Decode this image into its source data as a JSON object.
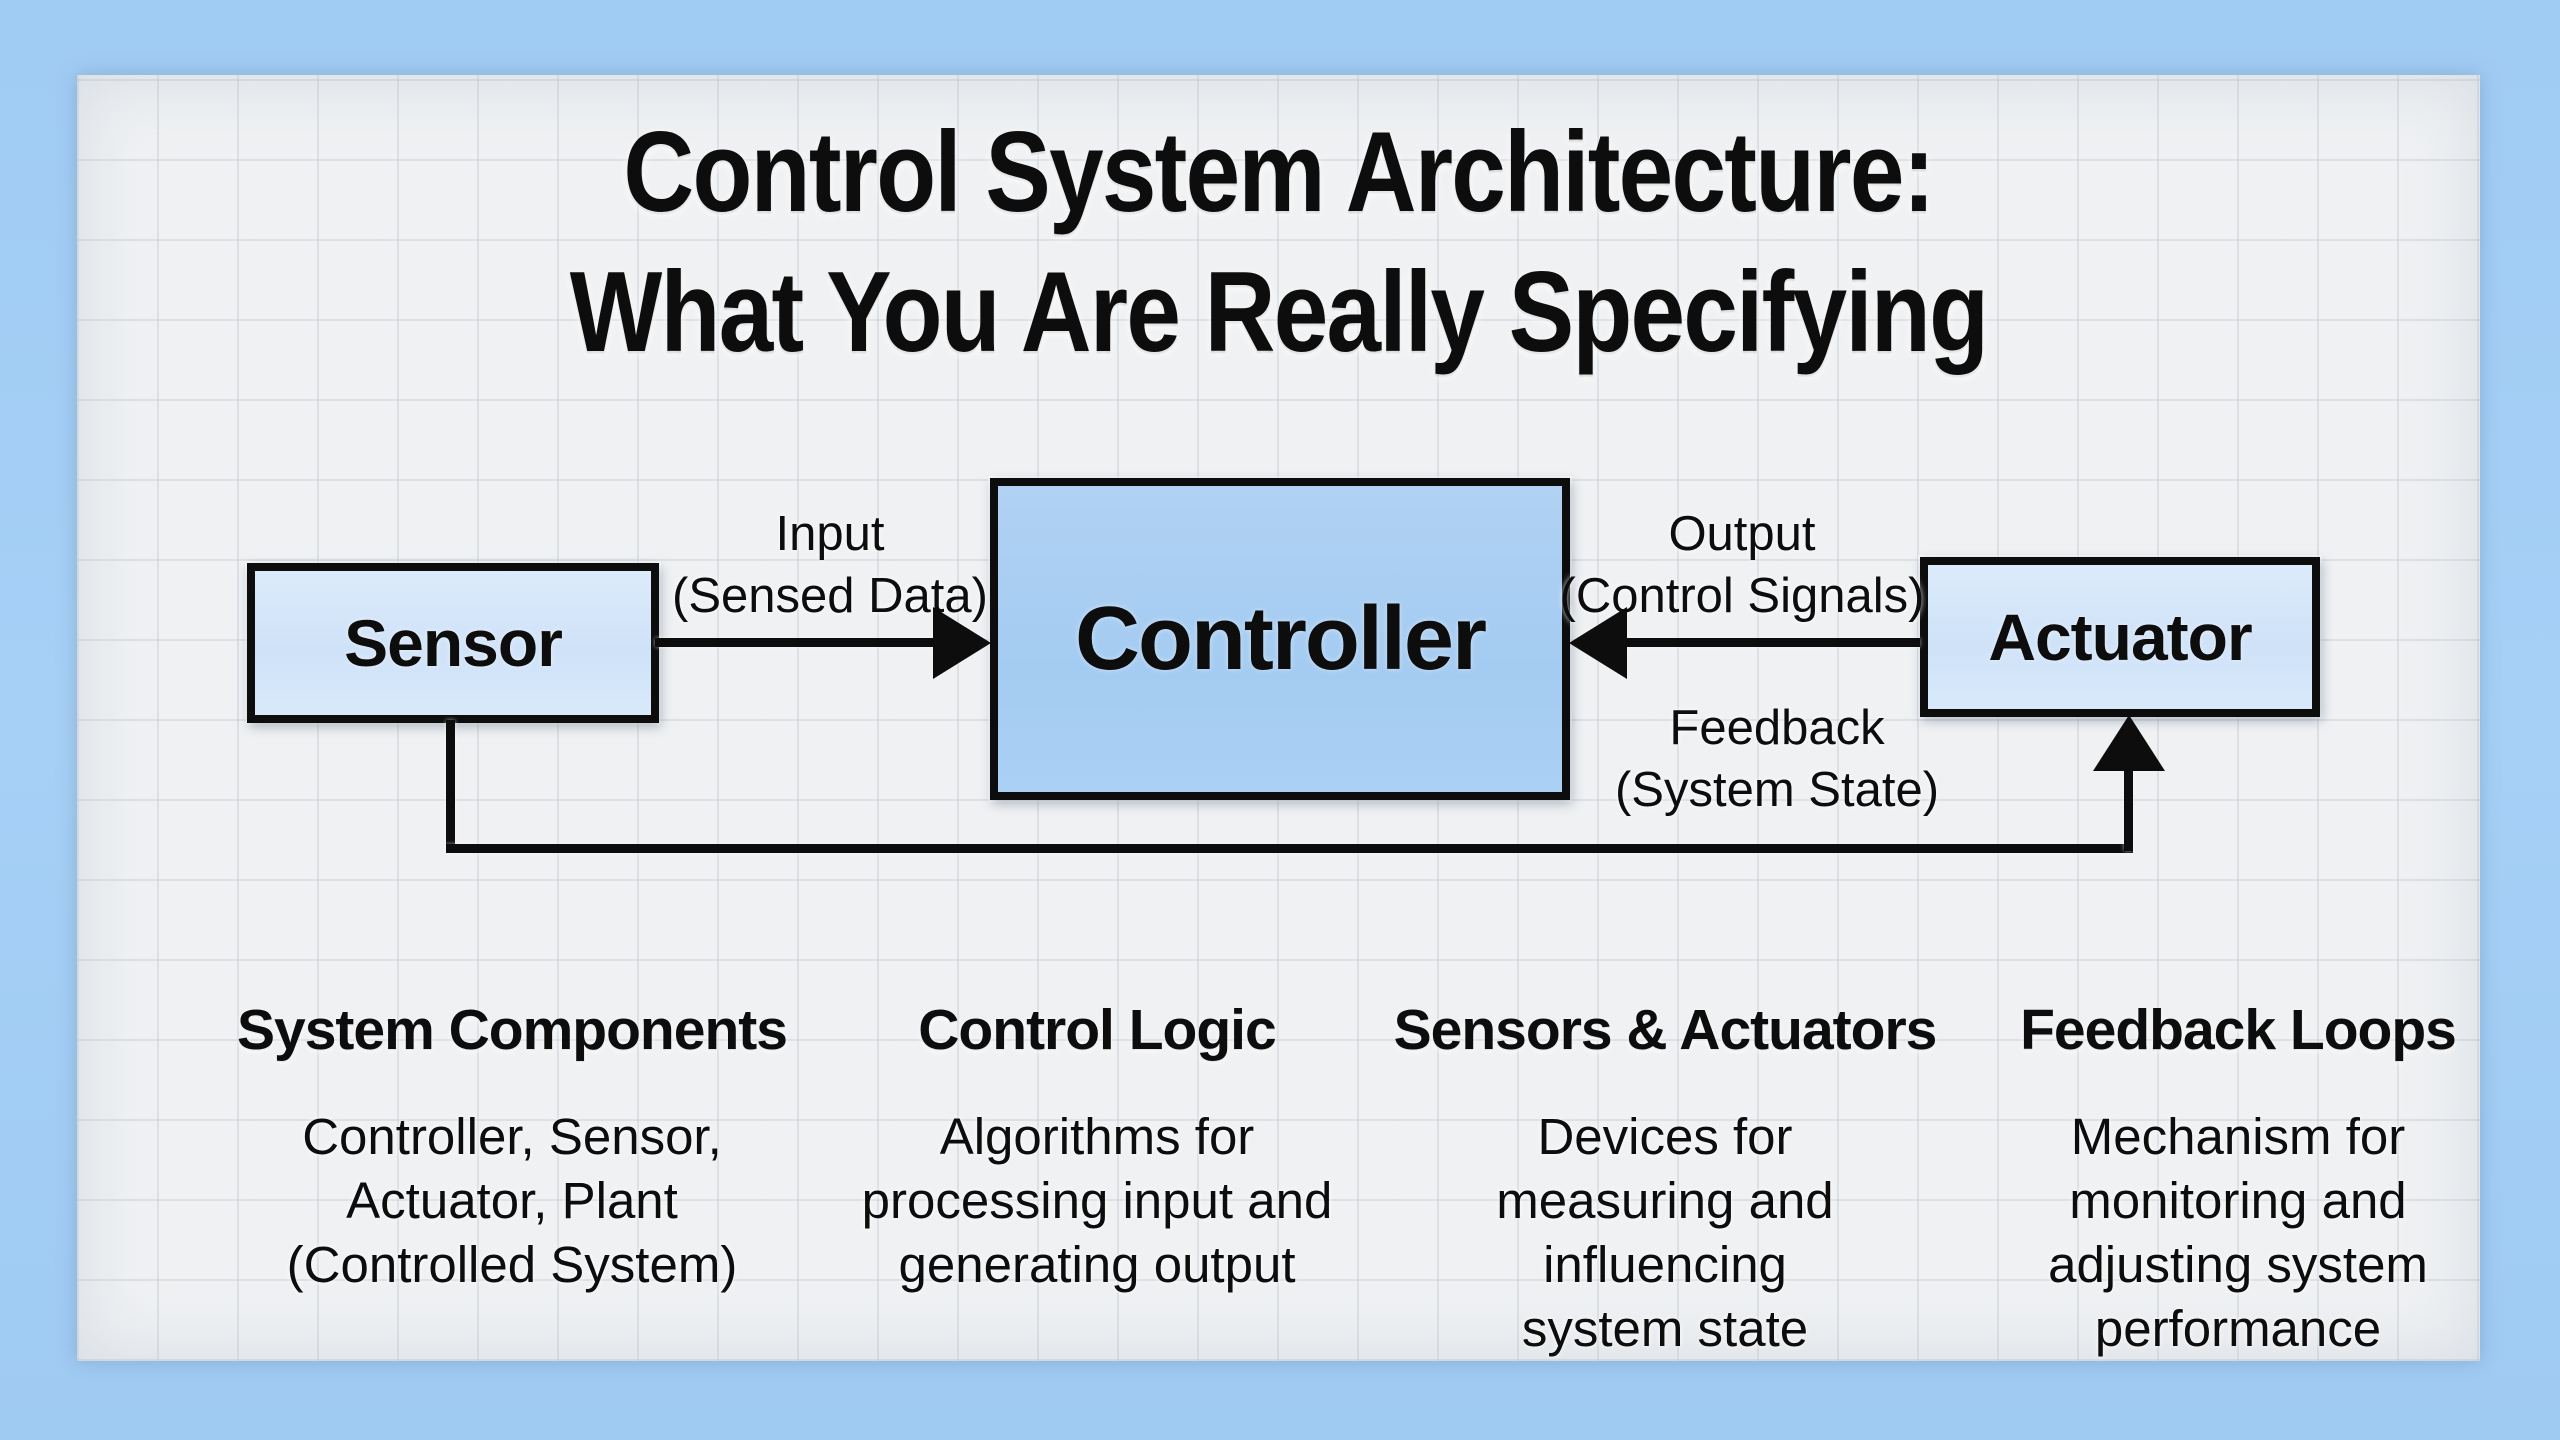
{
  "title": {
    "line1": "Control System Architecture:",
    "line2": "What You Are Really Specifying"
  },
  "diagram": {
    "boxes": [
      {
        "id": "sensor",
        "label": "Sensor"
      },
      {
        "id": "controller",
        "label": "Controller"
      },
      {
        "id": "actuator",
        "label": "Actuator"
      }
    ],
    "edges": [
      {
        "id": "input",
        "from": "Sensor",
        "to": "Controller",
        "label": "Input\n(Sensed Data)"
      },
      {
        "id": "output",
        "from": "Actuator",
        "to": "Controller",
        "label": "Output\n(Control Signals)"
      },
      {
        "id": "feedback",
        "from": "Sensor",
        "to": "Actuator",
        "label": "Feedback\n(System State)"
      }
    ]
  },
  "columns": [
    {
      "heading": "System Components",
      "body": "Controller, Sensor,\nActuator, Plant\n(Controlled System)"
    },
    {
      "heading": "Control Logic",
      "body": "Algorithms for\nprocessing input and\ngenerating output"
    },
    {
      "heading": "Sensors & Actuators",
      "body": "Devices for\nmeasuring and\ninfluencing\nsystem state"
    },
    {
      "heading": "Feedback Loops",
      "body": "Mechanism for\nmonitoring and\nadjusting system\nperformance"
    }
  ],
  "colors": {
    "frame_blue": "#a3cdf4",
    "canvas_gray": "#eff1f3",
    "grid_line": "#dde0e4",
    "box_fill_light": "#d5e6f9",
    "box_fill_medium": "#a8cef2",
    "line_black": "#0d0d0d"
  }
}
